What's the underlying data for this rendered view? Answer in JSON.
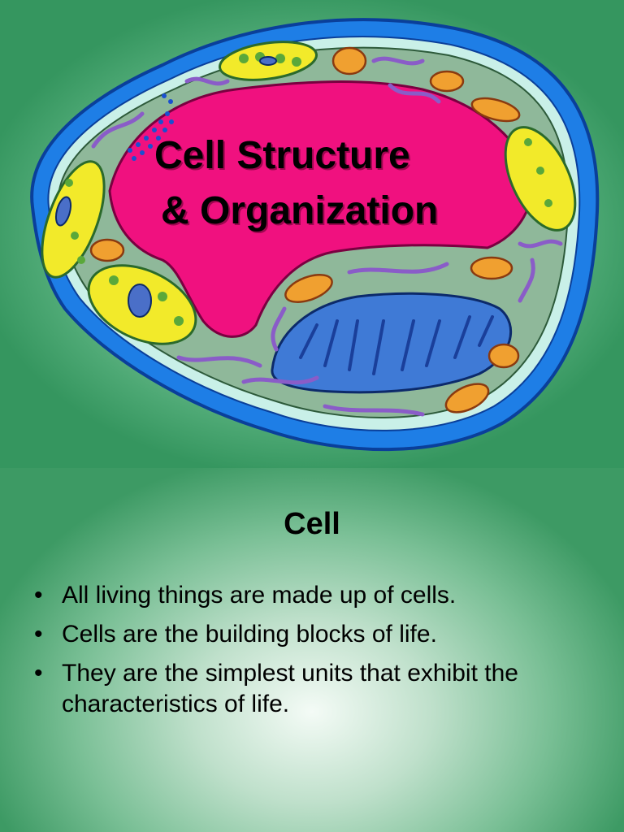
{
  "slide1": {
    "title_line1": "Cell Structure",
    "title_line2": "& Organization"
  },
  "slide2": {
    "heading": "Cell",
    "bullets": [
      "All living things are made up of cells.",
      "Cells are the building blocks of life.",
      "They are the simplest units that exhibit the characteristics of life."
    ]
  },
  "colors": {
    "membrane": "#1e7ee6",
    "cytoplasm": "#8fb89a",
    "vacuole": "#f0117f",
    "nucleus": "#3f7ad6",
    "chloroplast": "#f2ea2a",
    "mitochondria": "#f0a030"
  }
}
